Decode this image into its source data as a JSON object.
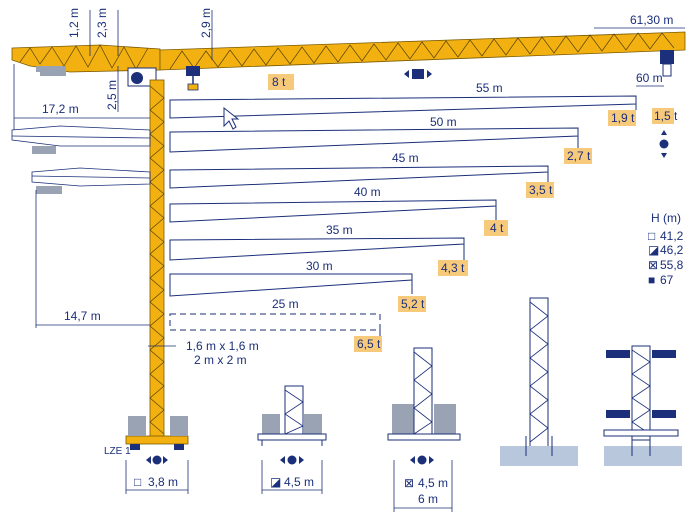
{
  "colors": {
    "crane_yellow": "#f2b111",
    "load_tag": "#f7c97b",
    "line_navy": "#1b2f7a",
    "ground": "#b8c7dc",
    "weight_gray": "#9aa3b3"
  },
  "top_dims": {
    "jib_length": "61,30 m",
    "cab_height": "1,2 m",
    "mast_head": "2,3 m",
    "tip_height": "2,9 m",
    "under_jib": "2,5 m",
    "counter_jib": "17,2 m",
    "tail_radius": "14,7 m",
    "tip_60": "60 m"
  },
  "mast": {
    "size_line1": "1,6 m x 1,6 m",
    "size_line2": "2 m x 2 m"
  },
  "load_curves": [
    {
      "radius": "55 m",
      "load": "1,9 t"
    },
    {
      "radius": "50 m",
      "load": "2,7 t"
    },
    {
      "radius": "45 m",
      "load": "3,5 t"
    },
    {
      "radius": "40 m",
      "load": "4 t"
    },
    {
      "radius": "35 m",
      "load": "4,3 t"
    },
    {
      "radius": "30 m",
      "load": "5,2 t"
    },
    {
      "radius": "25 m",
      "load": "6,5 t"
    }
  ],
  "max_load": "8 t",
  "tip_load": "1,5 t",
  "height_legend": {
    "title": "H (m)",
    "rows": [
      {
        "symbol": "□",
        "value": "41,2"
      },
      {
        "symbol": "◪",
        "value": "46,2"
      },
      {
        "symbol": "⊠",
        "value": "55,8"
      },
      {
        "symbol": "■",
        "value": "67"
      }
    ]
  },
  "model_code": "LZE 1",
  "bases": [
    {
      "symbol": "□",
      "value": "3,8 m"
    },
    {
      "symbol": "◪",
      "value": "4,5 m"
    },
    {
      "symbol": "⊠",
      "value": "4,5 m",
      "extra": "6 m"
    }
  ]
}
